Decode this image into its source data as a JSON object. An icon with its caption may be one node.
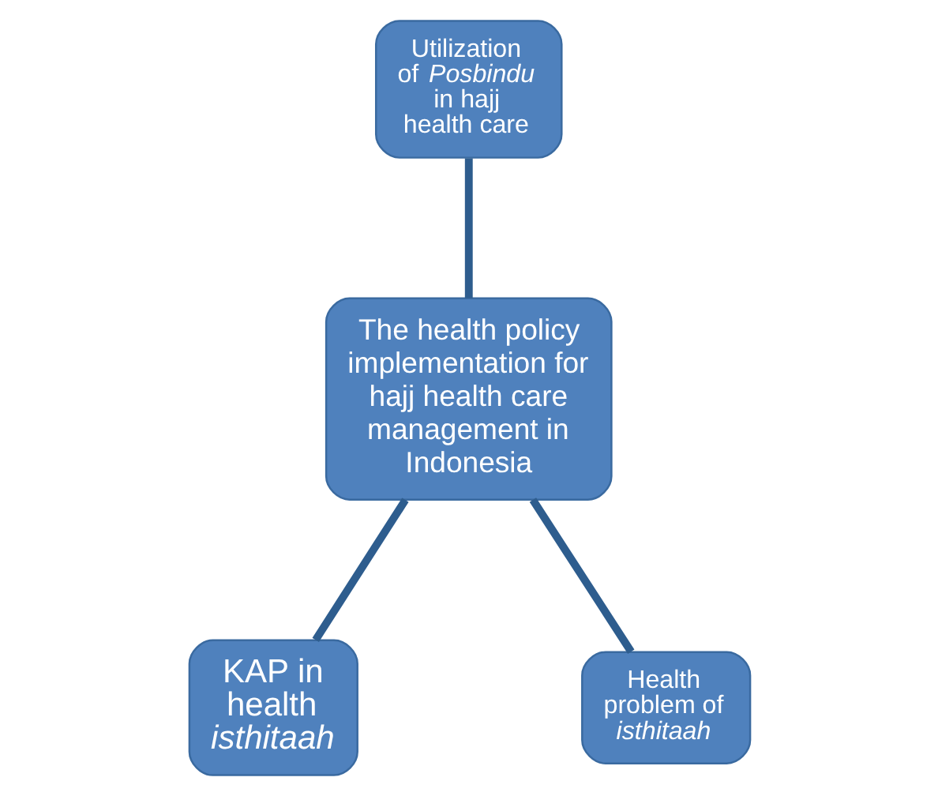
{
  "diagram": {
    "nodes": [
      {
        "text": [
          "The health policy implementation for hajj health care management in Indonesia"
        ]
      },
      {
        "text": [
          "Utilization of *Posbindu* in hajj health care"
        ]
      },
      {
        "text": [
          "KAP in health *isthitaah*"
        ]
      },
      {
        "text": [
          "Health problem of *isthitaah*"
        ]
      }
    ],
    "edges": [
      {
        "from": 0,
        "to": 1,
        "arrow": "none"
      },
      {
        "from": 0,
        "to": 2,
        "arrow": "none"
      },
      {
        "from": 0,
        "to": 3,
        "arrow": "none"
      }
    ]
  }
}
